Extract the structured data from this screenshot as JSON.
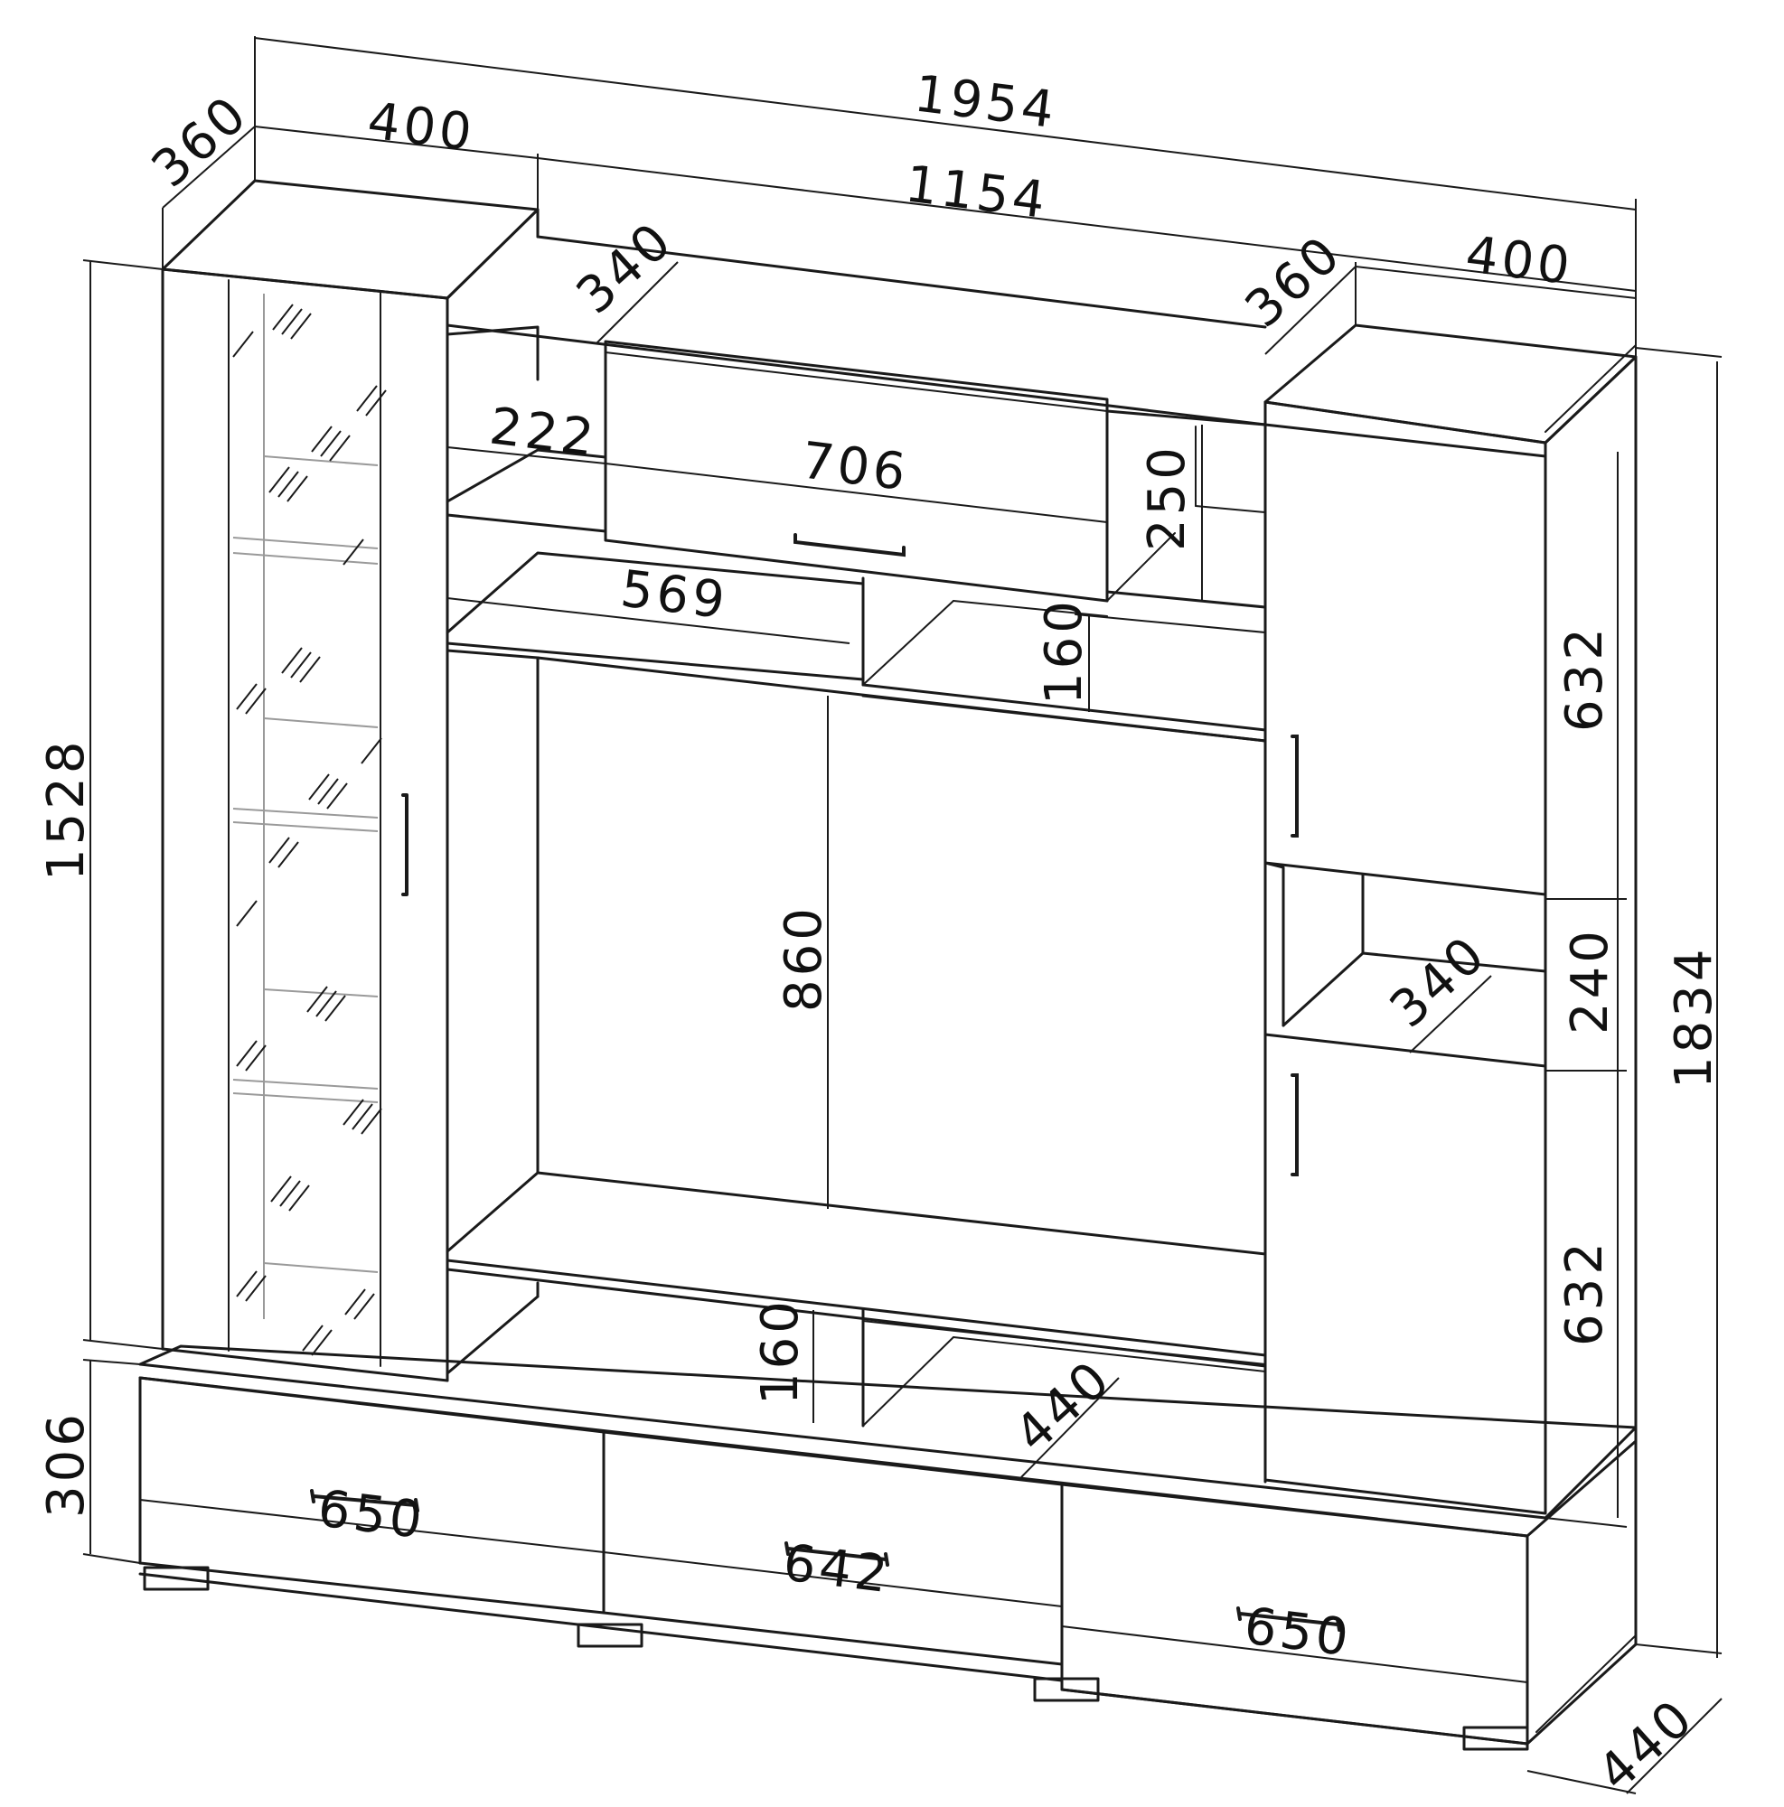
{
  "drawing": {
    "dimensions": {
      "total_width": "1954",
      "left_depth": "360",
      "left_width": "400",
      "middle_width": "1154",
      "shelf_depth": "340",
      "right_depth": "360",
      "right_width": "400",
      "niche_width": "222",
      "flap_width": "706",
      "flap_height": "250",
      "shelf_width": "569",
      "shelf_gap": "160",
      "left_height": "1528",
      "door_height_top": "632",
      "tv_niche_height": "860",
      "open_shelf_height": "240",
      "open_shelf_depth": "340",
      "total_height": "1834",
      "door_height_bottom": "632",
      "bottom_niche_height": "160",
      "base_depth": "440",
      "base_height": "306",
      "drawer_left_width": "650",
      "drawer_middle_width": "642",
      "drawer_right_width": "650",
      "base_total_depth": "440"
    }
  }
}
